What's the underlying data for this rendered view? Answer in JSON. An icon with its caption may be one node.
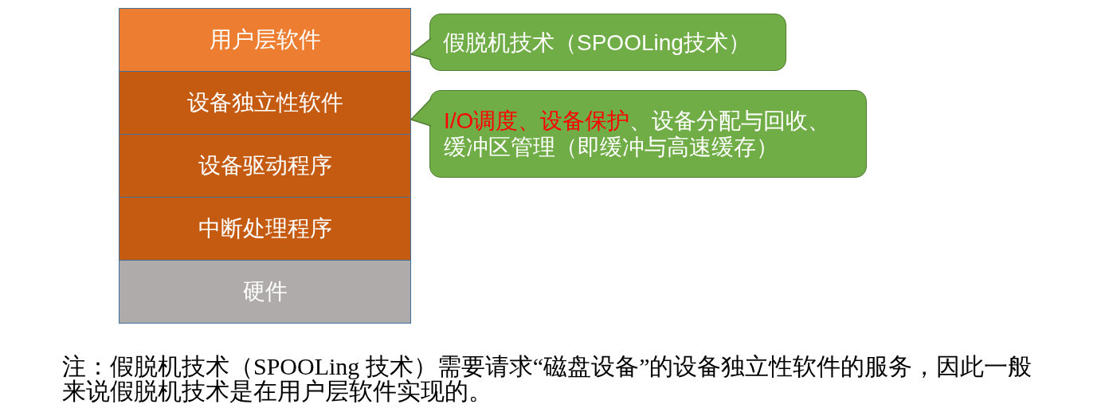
{
  "diagram": {
    "nodes": [
      {
        "text": [
          "用户层软件"
        ]
      },
      {
        "text": [
          "设备独立性软件"
        ]
      },
      {
        "text": [
          "设备驱动程序"
        ]
      },
      {
        "text": [
          "中断处理程序"
        ]
      },
      {
        "text": [
          "硬件"
        ]
      },
      {
        "text": [
          "假脱机技术（SPOOLing技术）"
        ]
      },
      {
        "text": [
          "*I/O调度、设备保护*、设备分配与回收、缓冲区管理（即缓冲与高速缓存）"
        ]
      }
    ],
    "edges": [
      {
        "from": 5,
        "to": 0,
        "arrow": "to"
      },
      {
        "from": 6,
        "to": 1,
        "arrow": "to"
      }
    ],
    "labels": [
      "注：假脱机技术（SPOOLing 技术）需要请求“磁盘设备”的设备独立性软件的服务，因此一般来说假脱机技术是在用户层软件实现的。"
    ]
  }
}
